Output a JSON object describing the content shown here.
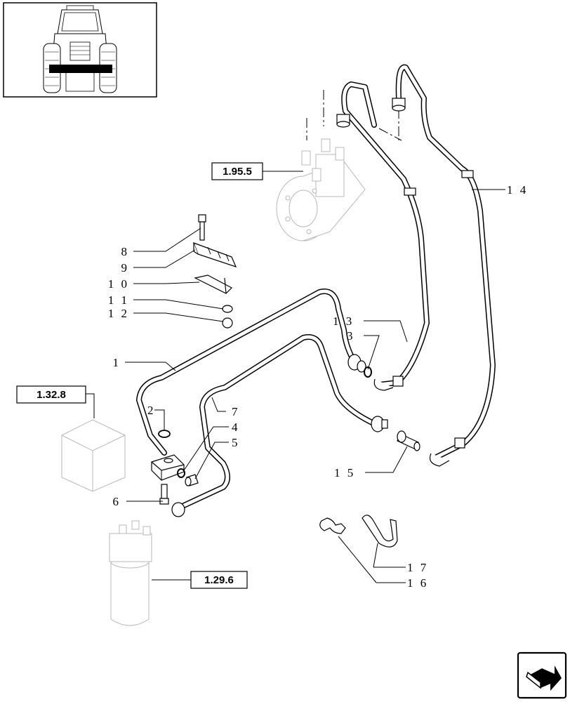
{
  "reference_boxes": [
    {
      "id": "ref-1-95-5",
      "label": "1.95.5"
    },
    {
      "id": "ref-1-32-8",
      "label": "1.32.8"
    },
    {
      "id": "ref-1-29-6",
      "label": "1.29.6"
    }
  ],
  "callouts": {
    "c1": "1",
    "c2": "2",
    "c3": "3",
    "c4": "4",
    "c5": "5",
    "c6": "6",
    "c7": "7",
    "c8": "8",
    "c9": "9",
    "c10": "1 0",
    "c11": "1 1",
    "c12": "1 2",
    "c13": "1 3",
    "c14": "1 4",
    "c15": "1 5",
    "c16": "1 6",
    "c17": "1 7"
  },
  "icons": {
    "thumbnail": "tractor-front-view-icon",
    "navigation": "next-page-arrow-icon"
  }
}
